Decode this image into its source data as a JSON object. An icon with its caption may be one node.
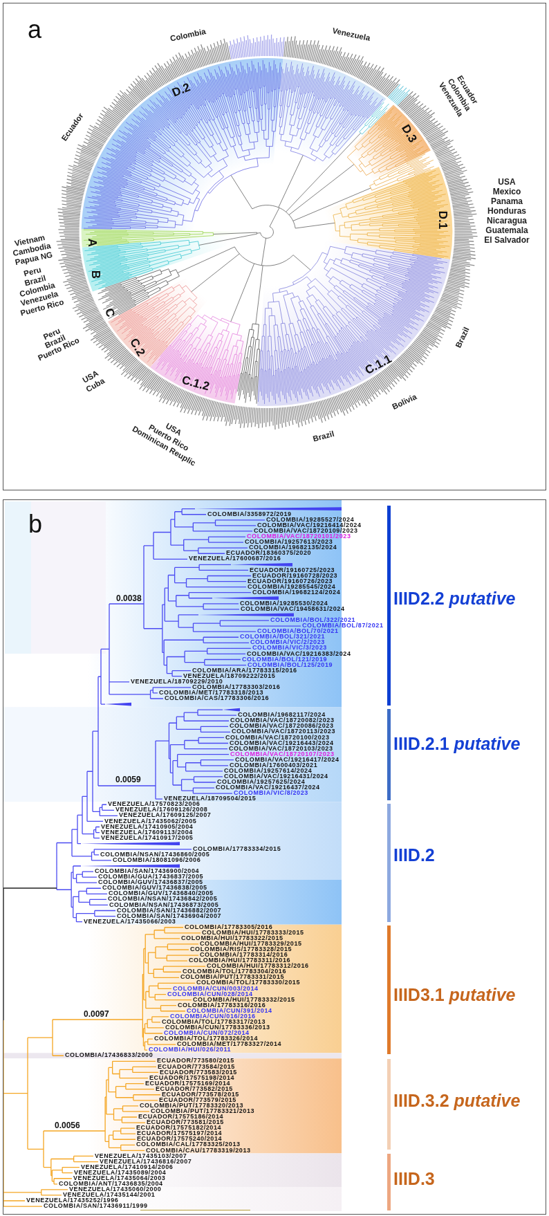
{
  "diagram": {
    "nodes": [
      {
        "text": [
          "a"
        ]
      },
      {
        "text": [
          "b"
        ]
      }
    ],
    "labels": [
      "Colombia",
      "Venezuela",
      "D.2",
      "Ecuador",
      "Colombia",
      "Venezuela",
      "Ecuador",
      "D.3",
      "USA",
      "Mexico",
      "Panama",
      "Honduras",
      "D.1",
      "Nicaragua",
      "Guatemala",
      "Vietnam",
      "A",
      "El Salvador",
      "Cambodia",
      "Papua NG",
      "Peru",
      "B",
      "Brazil",
      "Colombia",
      "Venezuela",
      "Puerto Rico",
      "C",
      "Peru",
      "Brazil",
      "Brazil",
      "Puerto Rico",
      "C.2",
      "C.1.1",
      "USA",
      "Cuba",
      "C.1.2",
      "Bolivia",
      "USA",
      "Puerto Rico",
      "Brazil",
      "Dominican Reuplic",
      "COLOMBIA/3358972/2019",
      "COLOMBIA/19285527/2024",
      "COLOMBIA/VAC/19216414/2024",
      "COLOMBIA/VAC/18720109/2023",
      "COLOMBIA/VAC/18720101/2023",
      "COLOMBIA/19257613/2023",
      "COLOMBIA/19682135/2024",
      "ECUADOR/18360375/2020",
      "VENEZUELA/17600687/2016",
      "ECUADOR/19160725/2023",
      "ECUADOR/19160728/2023",
      "ECUADOR/19160726/2023",
      "COLOMBIA/19285545/2024",
      "COLOMBIA/19682124/2024",
      "0.0038",
      "IIID2.2 *putative*",
      "COLOMBIA/19285530/2024",
      "COLOMBIA/VAC/19458631/2024",
      "COLOMBIA/BOL/322/2021",
      "COLOMBIA/BOL/87/2021",
      "COLOMBIA/BOL/70/2021",
      "COLOMBIA/BOL/321/2021",
      "COLOMBIA/VIC/2/2023",
      "COLOMBIA/VIC/3/2023",
      "COLOMBIA/VAC/19216383/2024",
      "COLOMBIA/BOL/121/2019",
      "COLOMBIA/BOL/125/2019",
      "COLOMBIA/ARA/17783315/2016",
      "VENEZUELA/18709222/2015",
      "VENEZUELA/18709229/2010",
      "COLOMBIA/17783303/2016",
      "COLOMBIA/MET/17783318/2013",
      "COLOMBIA/CAS/17783306/2016",
      "COLOMBIA/19682117/2024",
      "COLOMBIA/VAC/18720082/2023",
      "COLOMBIA/VAC/18720086/2023",
      "COLOMBIA/VAC/18720113/2023",
      "COLOMBIA/VAC/18720100/2023",
      "COLOMBIA/VAC/19216443/2024",
      "IIID.2.1 *putative*",
      "COLOMBIA/VAC/18720103/2023",
      "COLOMBIA/VAC/18720107/2023",
      "COLOMBIA/VAC/19216417/2024",
      "COLOMBIA/17600403/2021",
      "COLOMBIA/19257614/2024",
      "COLOMBIA/VAC/19216431/2024",
      "0.0059",
      "COLOMBIA/19257625/2024",
      "COLOMBIA/VAC/19216437/2024",
      "COLOMBIA/VIC/8/2023",
      "VENEZUELA/18709504/2015",
      "VENEZUELA/17570823/2006",
      "VENEZUELA/17609126/2008",
      "VENEZUELA/17609125/2007",
      "VENEZUELA/17435062/2005",
      "VENEZUELA/17410905/2004",
      "VENEZUELA/17609113/2004",
      "VENEZUELA/17410917/2005",
      "COLOMBIA/17783334/2015",
      "COLOMBIA/NSAN/17436860/2005",
      "IIID.2",
      "COLOMBIA/18081096/2006",
      "COLOMBIA/SAN/17436900/2004",
      "COLOMBIA/GUA/17436837/2005",
      "COLOMBIA/GUV/17436837/2005",
      "COLOMBIA/GUV/17436838/2005",
      "COLOMBIA/GUV/17436840/2005",
      "COLOMBIA/NSAN/17436842/2005",
      "COLOMBIA/NSAN/17436873/2005",
      "COLOMBIA/SAN/17436882/2007",
      "COLOMBIA/SAN/17436904/2007",
      "VENEZUELA/17435066/2003",
      "COLOMBIA/17783305/2016",
      "COLOMBIA/HUI/17783333/2015",
      "COLOMBIA/HUI/17783322/2015",
      "COLOMBIA/HUI/17783329/2015",
      "COLOMBIA/RIS/17783328/2015",
      "COLOMBIA/17783314/2016",
      "COLOMBIA/HUI/17783311/2016",
      "COLOMBIA/HUI/17783312/2016",
      "COLOMBIA/TOL/17783304/2016",
      "COLOMBIA/PUT/17783331/2015",
      "COLOMBIA/TOL/17783330/2015",
      "COLOMBIA/CUN/003/2014",
      "COLOMBIA/CUN/028/2014",
      "IIID3.1 *putative*",
      "COLOMBIA/HUI/17783332/2015",
      "COLOMBIA/17783316/2016",
      "COLOMBIA/CUN/391/2014",
      "0.0097",
      "COLOMBIA/CUN/016/2016",
      "COLOMBIA/TOL/17783317/2013",
      "COLOMBIA/CUN/17783336/2013",
      "COLOMBIA/CUN/072/2014",
      "COLOMBIA/TOL/17783326/2014",
      "COLOMBIA/MET/17783327/2014",
      "COLOMBIA/HUI/026/2011",
      "COLOMBIA/17436833/2000",
      "ECUADOR/773580/2015",
      "ECUADOR/773584/2015",
      "ECUADOR/773583/2015",
      "ECUADOR/17575198/2014",
      "ECUADOR/17575169/2014",
      "ECUADOR/773582/2015",
      "ECUADOR/773578/2015",
      "ECUADOR/773579/2015",
      "IIID.3.2 *putative*",
      "COLOMBIA/PUT/17783320/2013",
      "COLOMBIA/PUT/17783321/2013",
      "ECUADOR/17575186/2014",
      "ECUADOR/773581/2015",
      "0.0056",
      "ECUADOR/17575182/2014",
      "ECUADOR/17575197/2014",
      "ECUADOR/17575240/2014",
      "COLOMBIA/CAL/17783325/2013",
      "COLOMBIA/CAU/17783319/2013",
      "VENEZUELA/17435103/2007",
      "VENEZUELA/17436816/2007",
      "VENEZUELA/17410914/2006",
      "VENEZUELA/17435089/2004",
      "VENEZUELA/17435064/2003",
      "IIID.3",
      "COLOMBIA/ANT/17436835/2004",
      "VENEZUELA/17435060/2000",
      "VENEZUELA/17435144/2001",
      "VENEZUELA/17435252/1996",
      "COLOMBIA/SAN/17436911/1999"
    ]
  }
}
